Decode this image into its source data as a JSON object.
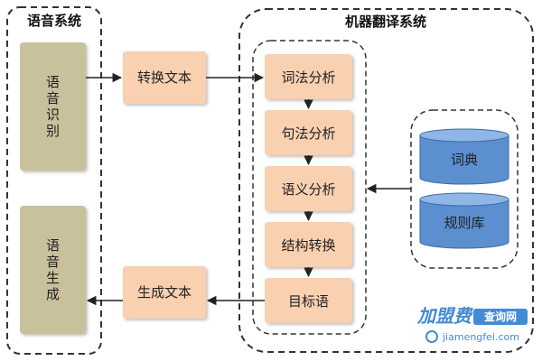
{
  "speech_system": {
    "title": "语音系统",
    "recognition_label": "语音识别",
    "generation_label": "语音生成"
  },
  "mt_system": {
    "title": "机器翻译系统",
    "steps": [
      "词法分析",
      "句法分析",
      "语义分析",
      "结构转换",
      "目标语"
    ]
  },
  "convert_text": "转换文本",
  "generate_text": "生成文本",
  "resources": {
    "dictionary": "词典",
    "rule_base": "规则库"
  },
  "watermark": {
    "brand": "加盟费",
    "tag": "查询网",
    "url": "jiamengfei.com"
  },
  "colors": {
    "speech_box": "#c9c19c",
    "process_box": "#f9d0b0",
    "cylinder": "#5b8fd0",
    "dashed_border": "#333333",
    "watermark": "#2f7fd0"
  }
}
